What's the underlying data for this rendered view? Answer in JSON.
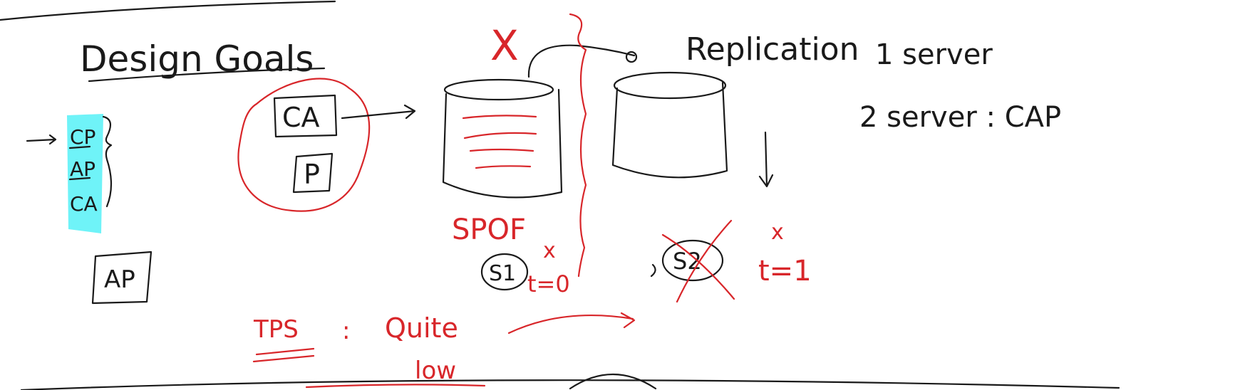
{
  "title": "Design Goals",
  "goals_list": {
    "items": [
      "CP",
      "AP",
      "CA"
    ],
    "highlight_color": "#6ff3f8"
  },
  "chosen_box": "AP",
  "cloud": {
    "box_ca": "CA",
    "box_p": "P"
  },
  "replication_label": "Replication",
  "server_notes": {
    "one_server": "1 server",
    "two_server": "2 server : CAP"
  },
  "left_db": {
    "cross": "X",
    "spof": "SPOF",
    "node": "S1",
    "x_mark": "x",
    "time": "t=0"
  },
  "right_db": {
    "node": "S2",
    "x_mark": "x",
    "time": "t=1"
  },
  "tps": {
    "label": "TPS",
    "sep": ":",
    "value": "Quite",
    "value2": "low"
  },
  "colors": {
    "ink": "#1a1a1a",
    "red": "#d8262a",
    "highlight": "#6ff3f8"
  }
}
